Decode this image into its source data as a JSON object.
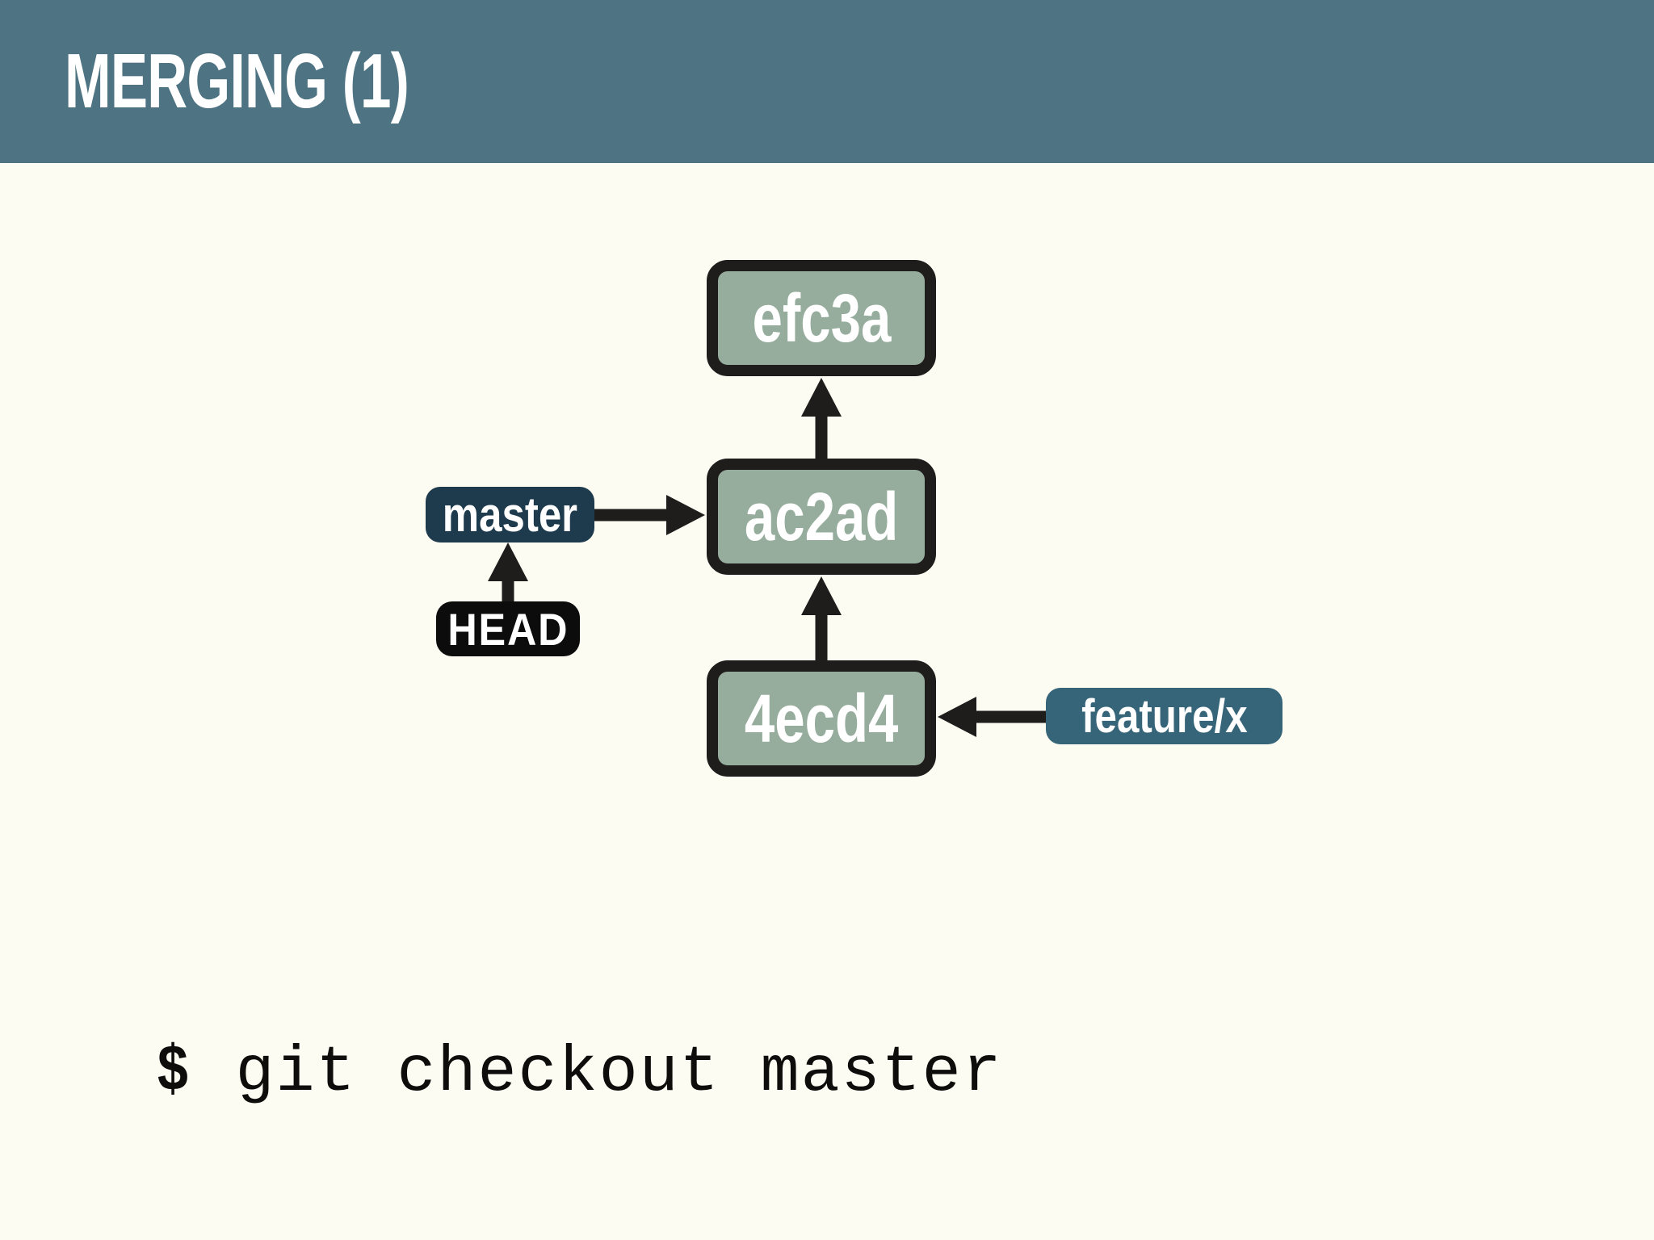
{
  "slide": {
    "title": "MERGING (1)"
  },
  "colors": {
    "header_bg": "#4e7382",
    "slide_bg": "#fdfcf2",
    "commit_fill": "#96ad9e",
    "commit_border": "#1f1d1b",
    "arrow": "#1f1d1b",
    "master_bg": "#1e3a4d",
    "head_bg": "#0c0c0c",
    "feature_bg": "#366579"
  },
  "diagram": {
    "commits": [
      {
        "id": "efc3a"
      },
      {
        "id": "ac2ad"
      },
      {
        "id": "4ecd4"
      }
    ],
    "refs": [
      {
        "label": "master",
        "points_to": "ac2ad"
      },
      {
        "label": "HEAD",
        "points_to": "master"
      },
      {
        "label": "feature/x",
        "points_to": "4ecd4"
      }
    ],
    "edges": [
      {
        "from": "ac2ad",
        "to": "efc3a"
      },
      {
        "from": "4ecd4",
        "to": "ac2ad"
      }
    ]
  },
  "terminal": {
    "prompt": "$",
    "command": "git checkout master"
  }
}
